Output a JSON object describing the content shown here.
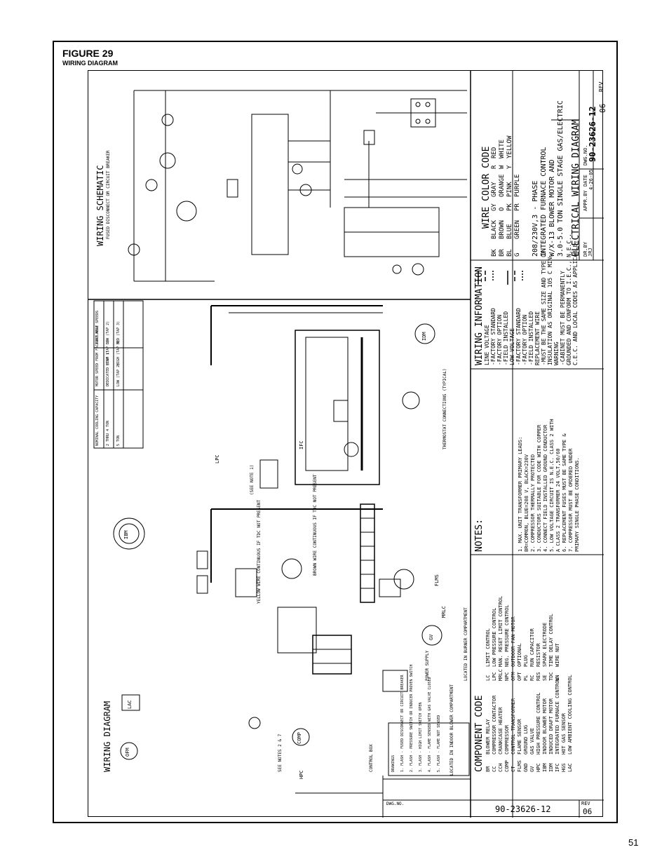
{
  "figure": {
    "title": "FIGURE 29",
    "subtitle": "WIRING DIAGRAM"
  },
  "page_number": "51",
  "title_block": {
    "main_title": "ELECTRICAL WIRING DIAGRAM",
    "line2": "3.0-5.0 TON SINGLE STAGE GAS/ELECTRIC",
    "line3": "W/X-13 BLOWER MOTOR AND",
    "line4": "INTEGRATED FURNACE CONTROL",
    "line5": "208/230V,3 - PHASE",
    "drawing_number": "90-23626-12",
    "rev_label": "REV",
    "rev_value": "06",
    "dwg_no_label": "DWG.NO.",
    "date_label": "DATE",
    "date_value": "4-26-05",
    "appr_label": "APPR.BY",
    "drawn_label": "DR.BY",
    "drawn_value": "JRJ"
  },
  "sections": {
    "wiring_schematic": "WIRING SCHEMATIC",
    "wiring_diagram": "WIRING DIAGRAM",
    "component_code": "COMPONENT CODE",
    "notes": "NOTES:",
    "wiring_information": "WIRING INFORMATION",
    "wire_color_code": "WIRE COLOR CODE"
  },
  "wire_colors": [
    {
      "code": "BK",
      "name": "BLACK"
    },
    {
      "code": "BR",
      "name": "BROWN"
    },
    {
      "code": "BL",
      "name": "BLUE"
    },
    {
      "code": "G",
      "name": "GREEN"
    },
    {
      "code": "GY",
      "name": "GRAY"
    },
    {
      "code": "O",
      "name": "ORANGE"
    },
    {
      "code": "PK",
      "name": "PINK"
    },
    {
      "code": "PR",
      "name": "PURPLE"
    },
    {
      "code": "R",
      "name": "RED"
    },
    {
      "code": "W",
      "name": "WHITE"
    },
    {
      "code": "Y",
      "name": "YELLOW"
    }
  ],
  "wiring_info": [
    "LINE VOLTAGE",
    "-FACTORY STANDARD",
    "-FACTORY OPTION",
    "-FIELD INSTALLED",
    "LOW VOLTAGE",
    "-FACTORY STANDARD",
    "-FACTORY OPTION",
    "-FIELD INSTALLED",
    "REPLACEMENT WIRE",
    "-MUST BE THE SAME SIZE AND TYPE OF",
    "INSULATION AS ORIGINAL 105 C MIN.",
    "WARNING",
    "-CABINET MUST BE PERMANENTLY",
    "GROUNDED AND CONFORM TO I.E.C., N.E.C.,",
    "C.E.C. AND LOCAL CODES AS APPLICABLE."
  ],
  "notes": [
    "1. MAX. UNIT TRANSFORMER PRIMARY LEADS:",
    "BR=COMMON, BLUE=208 V, BLACK=230V",
    "2. COMPRESSOR THERMALLY PROTECTED",
    "3. CONDUCTORS SUITABLE FOR CODE WITH COPPER",
    "4. CONNECT FIELD INSTALLED GROUND CONDUCTOR",
    "5. LOW VOLTAGE CIRCUIT IS N.E.C. CLASS 2 WITH",
    "A CLASS 2 TRANSFORMER 24 VOLT,50/60",
    "6. REPLACEMENT FUSES MUST BE SAME TYPE &",
    "7. COMPRESSOR MUST BE ORDERED UNDER",
    "PRIMARY SINGLE PHASE CONDITIONS."
  ],
  "component_code": [
    {
      "code": "BR",
      "name": "BLOWER RELAY"
    },
    {
      "code": "CC",
      "name": "COMPRESSOR CONTACTOR"
    },
    {
      "code": "CCH",
      "name": "CRANKCASE HEATER"
    },
    {
      "code": "COMP",
      "name": "COMPRESSOR"
    },
    {
      "code": "CT",
      "name": "CONTROL TRANSFORMER"
    },
    {
      "code": "FLMS",
      "name": "FLAME SENSOR"
    },
    {
      "code": "GND",
      "name": "GROUND LUG"
    },
    {
      "code": "GV",
      "name": "GAS VALVE"
    },
    {
      "code": "HPC",
      "name": "HIGH PRESSURE CONTROL"
    },
    {
      "code": "IBM",
      "name": "INDOOR BLOWER MOTOR"
    },
    {
      "code": "IDM",
      "name": "INDUCED DRAFT MOTOR"
    },
    {
      "code": "IFC",
      "name": "INTEGRATED FURNACE CONTROL"
    },
    {
      "code": "HGS",
      "name": "HOT GAS SENSOR"
    },
    {
      "code": "LAC",
      "name": "LOW AMBIENT COOLING CONTROL"
    },
    {
      "code": "LC",
      "name": "LIMIT CONTROL"
    },
    {
      "code": "LPC",
      "name": "LOW PRESSURE CONTROL"
    },
    {
      "code": "MRLC",
      "name": "MAN. RESET LIMIT CONTROL"
    },
    {
      "code": "NPC",
      "name": "NEG. PRESSURE CONTROL"
    },
    {
      "code": "OFM",
      "name": "OUTDOOR FAN MOTOR"
    },
    {
      "code": "OPT",
      "name": "OPTIONAL"
    },
    {
      "code": "PL",
      "name": "PLUG"
    },
    {
      "code": "RC",
      "name": "RUN CAPACITOR"
    },
    {
      "code": "RES",
      "name": "RESISTOR"
    },
    {
      "code": "SE",
      "name": "SPARK ELECTRODE"
    },
    {
      "code": "TDC",
      "name": "TIME DELAY CONTROL"
    },
    {
      "code": "WN",
      "name": "WIRE NUT"
    }
  ],
  "speed_table": {
    "headers": [
      "NOMINAL COOLING CAPACITY",
      "MOTOR SPEED FROM FACTORY HEAT",
      "COOL",
      "AVAILABLE SPEEDS"
    ],
    "rows": [
      [
        "2 THRU 4 TON",
        "DEDICATED (TAP 1)",
        "HIGH (TAP 3)",
        "LOW (TAP 2)"
      ],
      [
        "5 TON",
        "LOW (TAP 2)",
        "HIGH (TAP 3)",
        "MED (TAP 3)"
      ]
    ]
  },
  "legend_lines": [
    "DRAWINGS",
    "1. FLASH - FUSED DISCONNECT OR CIRCUIT BREAKER",
    "2. FLASH - PRESSURE SWITCH OR INDUCER PROVEN SWITCH",
    "3. FLASH - HIGH LIMIT SWITCH OPEN",
    "4. FLASH - FLAME SENSED WITH GAS VALVE CLOSED",
    "5. FLASH - FLAME NOT SENSED"
  ],
  "labels": {
    "power_supply": "POWER SUPPLY",
    "fused_disconnect": "FUSED DISCONNECT OR CIRCUIT BREAKER",
    "located_in_burner": "LOCATED IN BURNER COMPARTMENT",
    "located_in_blower": "LOCATED IN INDOOR BLOWER COMPARTMENT",
    "control_box": "CONTROL BOX",
    "see_notes": "SEE NOTES 2 & 7",
    "thermostat": "THERMOSTAT CONNECTIONS (TYPICAL)",
    "brown_wire": "BROWN WIRE CONTINUOUS IF TDC NOT PRESENT",
    "yellow_wire": "YELLOW WIRE CONTINUOUS IF TDC NOT PRESENT",
    "see_note_1": "(SEE NOTE 1)",
    "ifc": "IFC",
    "ibm": "IBM",
    "idm": "IDM",
    "ofm": "OFM",
    "comp": "COMP",
    "lac": "LAC",
    "flms": "FLMS",
    "mrlc": "MRLC",
    "gv": "GV",
    "hpc": "HPC",
    "lpc": "LPC"
  }
}
